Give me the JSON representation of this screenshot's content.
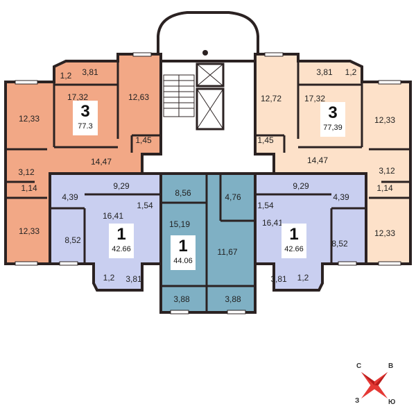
{
  "colors": {
    "apt_left_3": "#f2a886",
    "apt_right_3": "#fde1c9",
    "apt_1_left": "#c9cff0",
    "apt_1_center": "#7fb0c4",
    "apt_1_right": "#c9cff0",
    "walls": "#2b2222",
    "compass_red": "#e53935"
  },
  "apartments": [
    {
      "id": "apt-left-3",
      "rooms": "3",
      "area": "77.3"
    },
    {
      "id": "apt-left-1",
      "rooms": "1",
      "area": "42.66"
    },
    {
      "id": "apt-center-1",
      "rooms": "1",
      "area": "44.06"
    },
    {
      "id": "apt-right-1",
      "rooms": "1",
      "area": "42.66"
    },
    {
      "id": "apt-right-3",
      "rooms": "3",
      "area": "77,39"
    }
  ],
  "room_labels": [
    "1,2",
    "3,81",
    "17,32",
    "12,63",
    "12,33",
    "1,45",
    "14,47",
    "3,12",
    "1,14",
    "12,33",
    "3,81",
    "1,2",
    "12,72",
    "17,32",
    "12,33",
    "1,45",
    "14,47",
    "3,12",
    "1,14",
    "12,33",
    "9,29",
    "4,39",
    "16,41",
    "1,54",
    "8,52",
    "1,2",
    "3,81",
    "8,56",
    "4,76",
    "15,19",
    "11,67",
    "3,88",
    "3,88",
    "9,29",
    "4,39",
    "1,54",
    "16,41",
    "8,52",
    "3,81",
    "1,2"
  ],
  "compass": {
    "n": "С",
    "e": "В",
    "s": "Ю",
    "w": "З"
  }
}
